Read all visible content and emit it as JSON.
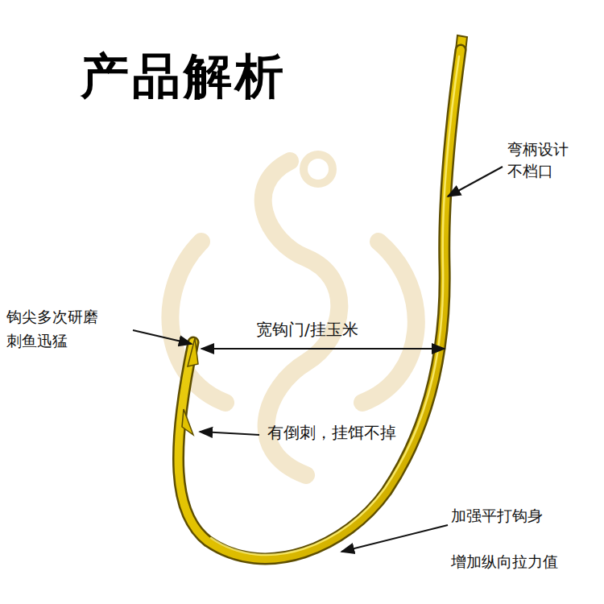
{
  "diagram": {
    "title": "产品解析",
    "labels": [
      "弯柄设计 不档口",
      "钩尖多次研磨 刺鱼迅猛",
      "宽钩门/挂玉米",
      "有倒刺，挂饵不掉",
      "加强平打钩身 增加纵向拉力值"
    ]
  }
}
